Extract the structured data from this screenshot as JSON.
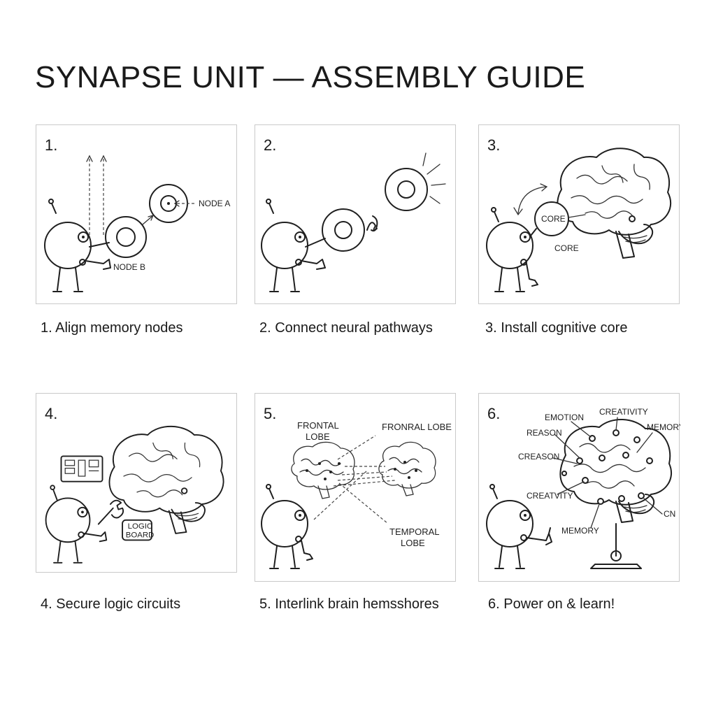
{
  "guide": {
    "title": "SYNAPSE UNIT — ASSEMBLY GUIDE",
    "steps": [
      {
        "number": "1.",
        "caption": "1. Align memory nodes",
        "labels": {
          "node_a": "NODE A",
          "node_b": "NODE B"
        }
      },
      {
        "number": "2.",
        "caption": "2. Connect neural pathways"
      },
      {
        "number": "3.",
        "caption": "3. Install cognitive core",
        "labels": {
          "core_ring": "CORE",
          "core_text": "CORE"
        }
      },
      {
        "number": "4.",
        "caption": "4. Secure logic circuits",
        "labels": {
          "logic_board_1": "LOGIC",
          "logic_board_2": "BOARD"
        }
      },
      {
        "number": "5.",
        "caption": "5. Interlink brain hemsshores",
        "labels": {
          "frontal_1": "FRONTAL",
          "frontal_2": "LOBE",
          "fronral": "FRONRAL LOBE",
          "temporal_1": "TEMPORAL",
          "temporal_2": "LOBE"
        }
      },
      {
        "number": "6.",
        "caption": "6. Power on & learn!",
        "labels": {
          "emotion": "EMOTION",
          "creativity_top": "CREATIVITY",
          "memory_top": "MEMORY",
          "reason": "REASON",
          "creason": "CREASON",
          "creatvity": "CREATVITY",
          "memory_bottom": "MEMORY",
          "cn": "CN"
        }
      }
    ]
  }
}
